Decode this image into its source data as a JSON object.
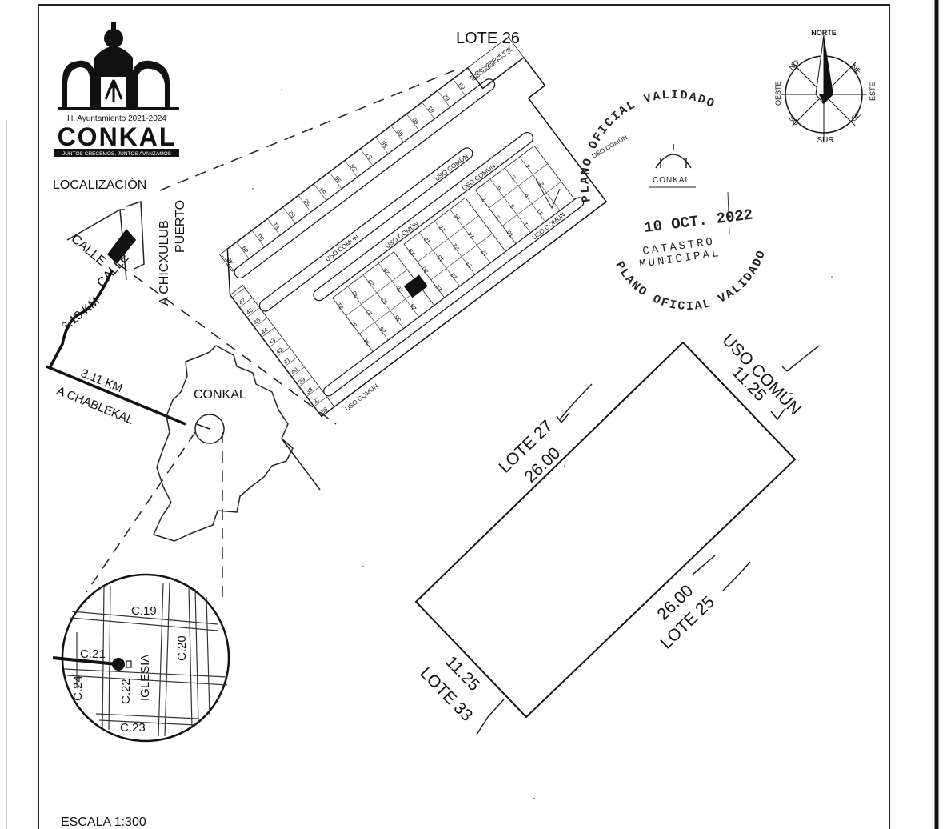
{
  "title": "LOTE 26",
  "logo": {
    "admin_line": "H. Ayuntamiento 2021-2024",
    "name": "CONKAL",
    "slogan": "JUNTOS CRECEMOS, JUNTOS AVANZAMOS"
  },
  "location": {
    "heading": "LOCALIZACIÓN",
    "street_a": "CALLE",
    "street_b": "CALLE",
    "to_chicxulub_1": "A CHICXULUB",
    "to_chicxulub_2": "PUERTO",
    "distance_1": "3.13 KM",
    "distance_2": "3.11 KM",
    "to_chablekal": "A CHABLEKAL",
    "town": "CONKAL"
  },
  "inset": {
    "c19": "C.19",
    "c20": "C.20",
    "c21": "C.21",
    "c22": "C.22",
    "c23": "C.23",
    "c24": "C.24",
    "church": "IGLESIA"
  },
  "subdivision": {
    "common_labels": [
      "USO COMÚN",
      "USO COMÚN",
      "USO COMÚN",
      "USO COMÚN",
      "USO COMÚN",
      "USO COMÚN",
      "USO COMÚN"
    ],
    "lots_left_row": [
      "47",
      "46",
      "45",
      "44",
      "43",
      "42",
      "41",
      "40",
      "39",
      "38",
      "37",
      "36"
    ],
    "lots_top_row": [
      "48",
      "49",
      "50",
      "51",
      "52",
      "53",
      "54",
      "55",
      "56",
      "57",
      "58",
      "59",
      "60",
      "61",
      "62",
      "63"
    ],
    "lots_upper_right": [
      "64",
      "65",
      "66",
      "67",
      "68",
      "69",
      "70",
      "71",
      "72",
      "73",
      "74"
    ],
    "lots_block_a": [
      "31",
      "30",
      "29",
      "28",
      "32",
      "27",
      "33",
      "26",
      "34",
      "25",
      "35",
      "24"
    ],
    "lots_block_b": [
      "19",
      "18",
      "17",
      "16",
      "20",
      "15",
      "21",
      "14",
      "22",
      "13",
      "23",
      "12"
    ],
    "lots_block_c": [
      "7",
      "6",
      "5",
      "4",
      "8",
      "3",
      "9",
      "2",
      "10",
      "1",
      "11"
    ],
    "highlight_lot": "26"
  },
  "stamp": {
    "top_arc": "PLANO OFICIAL VALIDADO",
    "logo_text": "CONKAL",
    "date": "10 OCT. 2022",
    "line1": "CATASTRO",
    "line2": "MUNICIPAL",
    "bottom_arc": "PLANO OFICIAL VALIDADO"
  },
  "compass": {
    "north": "NORTE",
    "south": "SUR",
    "east": "ESTE",
    "west": "OESTE",
    "ne": "NE",
    "nw": "NO",
    "se": "SE",
    "sw": "SO"
  },
  "parcel": {
    "top_left_neighbor": "LOTE 27",
    "top_left_length": "26.00",
    "top_right_neighbor": "USO COMÚN",
    "top_right_length": "11.25",
    "bottom_right_length": "26.00",
    "bottom_right_neighbor": "LOTE 25",
    "bottom_left_length": "11.25",
    "bottom_left_neighbor": "LOTE 33"
  },
  "scale": "ESCALA 1:300"
}
